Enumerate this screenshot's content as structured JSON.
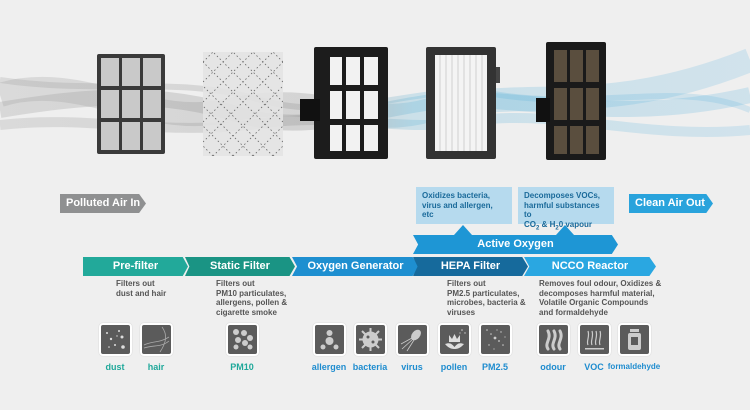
{
  "colors": {
    "teal": "#22a99a",
    "teal_dark": "#1a9484",
    "blue": "#1e96d5",
    "blue_dark": "#166a9c",
    "blue_light": "#2aa7e1",
    "grey_tag": "#8f9091",
    "info_bg": "#b6daee",
    "icon_bg": "#5b5b5b"
  },
  "flow": {
    "input_label": "Polluted Air In",
    "output_label": "Clean Air Out"
  },
  "filters": [
    {
      "name": "Pre-filter"
    },
    {
      "name": "Static Filter"
    },
    {
      "name": "Oxygen Generator"
    },
    {
      "name": "HEPA Filter"
    },
    {
      "name": "NCCO Reactor"
    }
  ],
  "info_boxes": [
    {
      "text": "Oxidizes bacteria,\nvirus and allergen, etc"
    },
    {
      "text_line1": "Decomposes VOCs,",
      "text_line2": "harmful substances to",
      "text_line3_a": "CO",
      "sub1": "2",
      "text_line3_b": " & H",
      "sub2": "2",
      "text_line3_c": "0 vapour"
    }
  ],
  "active_oxygen_label": "Active Oxygen",
  "stages": [
    {
      "label": "Pre-filter",
      "description": "Filters out\ndust and hair"
    },
    {
      "label": "Static Filter",
      "description": "Filters out\nPM10 particulates,\nallergens, pollen &\ncigarette smoke"
    },
    {
      "label": "Oxygen Generator",
      "description": ""
    },
    {
      "label": "HEPA Filter",
      "description": "Filters out\nPM2.5 particulates,\nmicrobes, bacteria &\nviruses"
    },
    {
      "label": "NCCO Reactor",
      "description": "Removes foul odour, Oxidizes &\ndecomposes harmful material,\nVolatile Organic Compounds\nand formaldehyde"
    }
  ],
  "pollutants": [
    {
      "label": "dust",
      "icon": "dust-icon"
    },
    {
      "label": "hair",
      "icon": "hair-icon"
    },
    {
      "label": "PM10",
      "icon": "pm10-icon"
    },
    {
      "label": "allergen",
      "icon": "allergen-icon"
    },
    {
      "label": "bacteria",
      "icon": "bacteria-icon"
    },
    {
      "label": "virus",
      "icon": "virus-icon"
    },
    {
      "label": "pollen",
      "icon": "pollen-icon"
    },
    {
      "label": "PM2.5",
      "icon": "pm25-icon"
    },
    {
      "label": "odour",
      "icon": "odour-icon"
    },
    {
      "label": "VOC",
      "icon": "voc-icon"
    },
    {
      "label": "formaldehyde",
      "icon": "formaldehyde-icon"
    }
  ]
}
